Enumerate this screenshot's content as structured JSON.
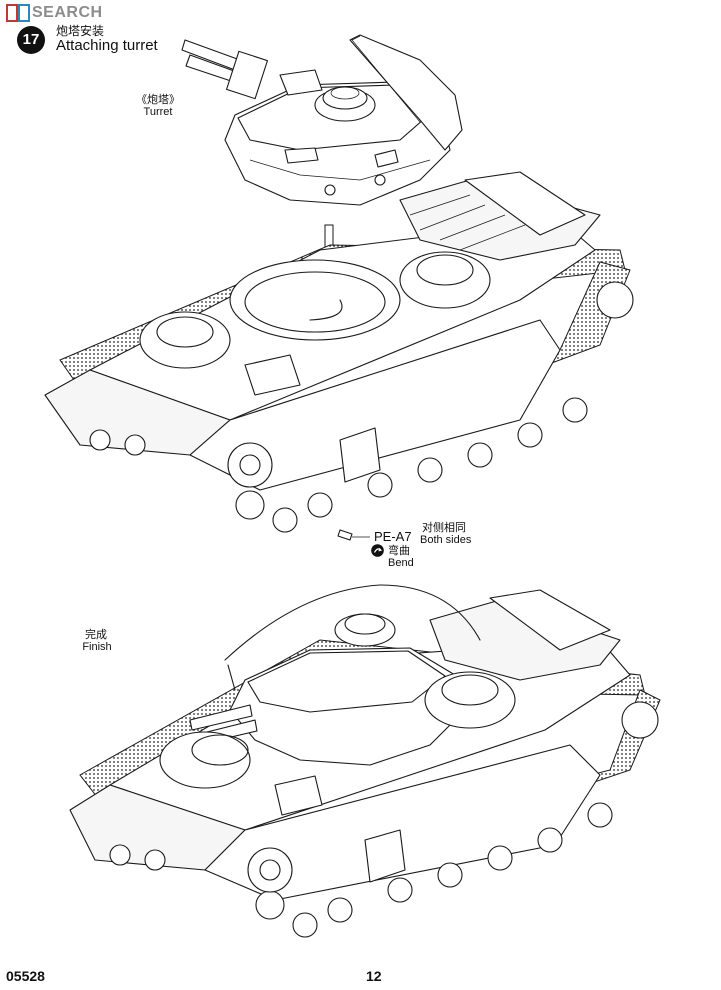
{
  "watermark": {
    "text": "SEARCH",
    "logo_icon": "watermark-logo-icon"
  },
  "header": {
    "step_number": "17",
    "title_cn": "炮塔安装",
    "title_en": "Attaching turret"
  },
  "labels": {
    "turret_cn": "《炮塔》",
    "turret_en": "Turret",
    "part_code": "PE-A7",
    "both_sides_cn": "对侧相同",
    "both_sides_en": "Both sides",
    "bend_cn": "弯曲",
    "bend_en": "Bend",
    "finish_cn": "完成",
    "finish_en": "Finish"
  },
  "icons": {
    "step_badge": "step-number-badge-icon",
    "bend": "bend-arrow-icon",
    "assembly_arrow": "down-arrow-icon"
  },
  "footer": {
    "kit_number": "05528",
    "page_number": "12"
  },
  "colors": {
    "line": "#1a1a1a",
    "watermark": "#8c8c8c",
    "badge": "#111111"
  }
}
